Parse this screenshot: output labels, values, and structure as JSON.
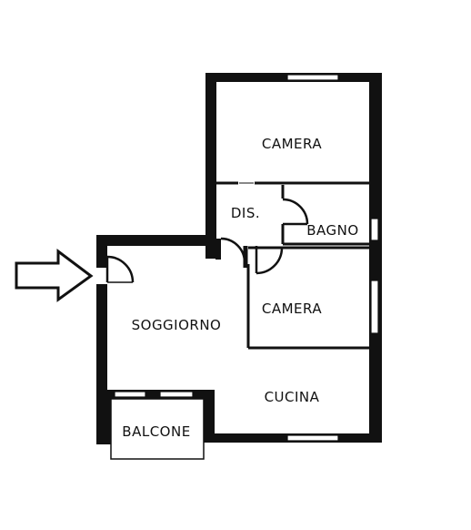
{
  "floorplan": {
    "rooms": {
      "camera_top": "CAMERA",
      "dis": "DIS.",
      "bagno": "BAGNO",
      "camera_middle": "CAMERA",
      "soggiorno": "SOGGIORNO",
      "cucina": "CUCINA",
      "balcone": "BALCONE"
    },
    "entrance_icon": "arrow-right-icon"
  }
}
